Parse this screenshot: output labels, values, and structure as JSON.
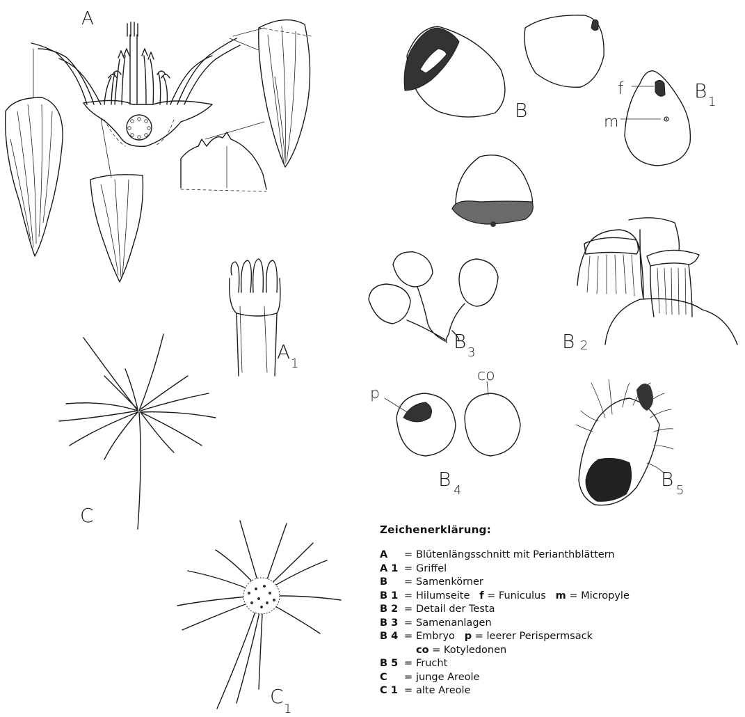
{
  "figure_labels": {
    "A": "A",
    "A1": "A",
    "A1_sub": "1",
    "B": "B",
    "B1": "B",
    "B1_sub": "1",
    "B1_f": "f",
    "B1_m": "m",
    "B2": "B",
    "B2_sub": "2",
    "B3": "B",
    "B3_sub": "3",
    "B4": "B",
    "B4_sub": "4",
    "B4_p": "p",
    "B4_co": "co",
    "B5": "B",
    "B5_sub": "5",
    "C": "C",
    "C1": "C",
    "C1_sub": "1"
  },
  "legend": {
    "title": "Zeichenerklärung:",
    "entries": [
      {
        "key": "A",
        "eq": "=",
        "text": "Blütenlängsschnitt mit Perianthblättern"
      },
      {
        "key": "A 1",
        "eq": "=",
        "text": "Griffel"
      },
      {
        "key": "B",
        "eq": "=",
        "text": "Samenkörner"
      },
      {
        "key": "B 1",
        "eq": "=",
        "text": "Hilumseite",
        "parts": [
          {
            "k": "f",
            "v": "Funiculus"
          },
          {
            "k": "m",
            "v": "Micropyle"
          }
        ]
      },
      {
        "key": "B 2",
        "eq": "=",
        "text": "Detail der Testa"
      },
      {
        "key": "B 3",
        "eq": "=",
        "text": "Samenanlagen"
      },
      {
        "key": "B 4",
        "eq": "=",
        "text": "Embryo",
        "parts": [
          {
            "k": "p",
            "v": "leerer Perispermsack"
          }
        ]
      },
      {
        "key": "",
        "eq": "",
        "text": "",
        "parts": [
          {
            "k": "co",
            "v": "Kotyledonen"
          }
        ]
      },
      {
        "key": "B 5",
        "eq": "=",
        "text": "Frucht"
      },
      {
        "key": "C",
        "eq": "=",
        "text": "junge Areole"
      },
      {
        "key": "C 1",
        "eq": "=",
        "text": "alte Areole"
      }
    ]
  }
}
